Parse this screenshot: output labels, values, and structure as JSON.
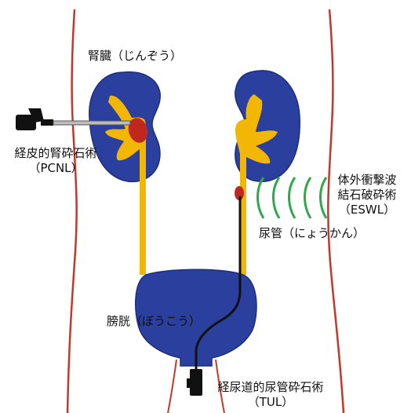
{
  "colors": {
    "background": "#ffffff",
    "body_outline": "#c0392b",
    "organ_blue": "#2a3f9e",
    "organ_blue_dark": "#1e2f7a",
    "pelvis_yellow": "#f2b705",
    "stone_red": "#c0271d",
    "shockwave_green": "#2fa84a",
    "instrument_black": "#111111"
  },
  "labels": {
    "kidney": "腎臓（じんぞう）",
    "pcnl_line1": "経皮的腎砕石術",
    "pcnl_line2": "（PCNL）",
    "eswl_line1": "体外衝撃波",
    "eswl_line2": "結石破砕術",
    "eswl_line3": "（ESWL）",
    "ureter": "尿管（にょうかん）",
    "bladder": "膀胱（ぼうこう）",
    "tul_line1": "経尿道的尿管砕石術",
    "tul_line2": "（TUL）"
  },
  "icons": {
    "pcnl_instrument": "nephroscope-icon",
    "tul_instrument": "ureteroscope-icon",
    "eswl_waves": "shockwave-icon"
  }
}
